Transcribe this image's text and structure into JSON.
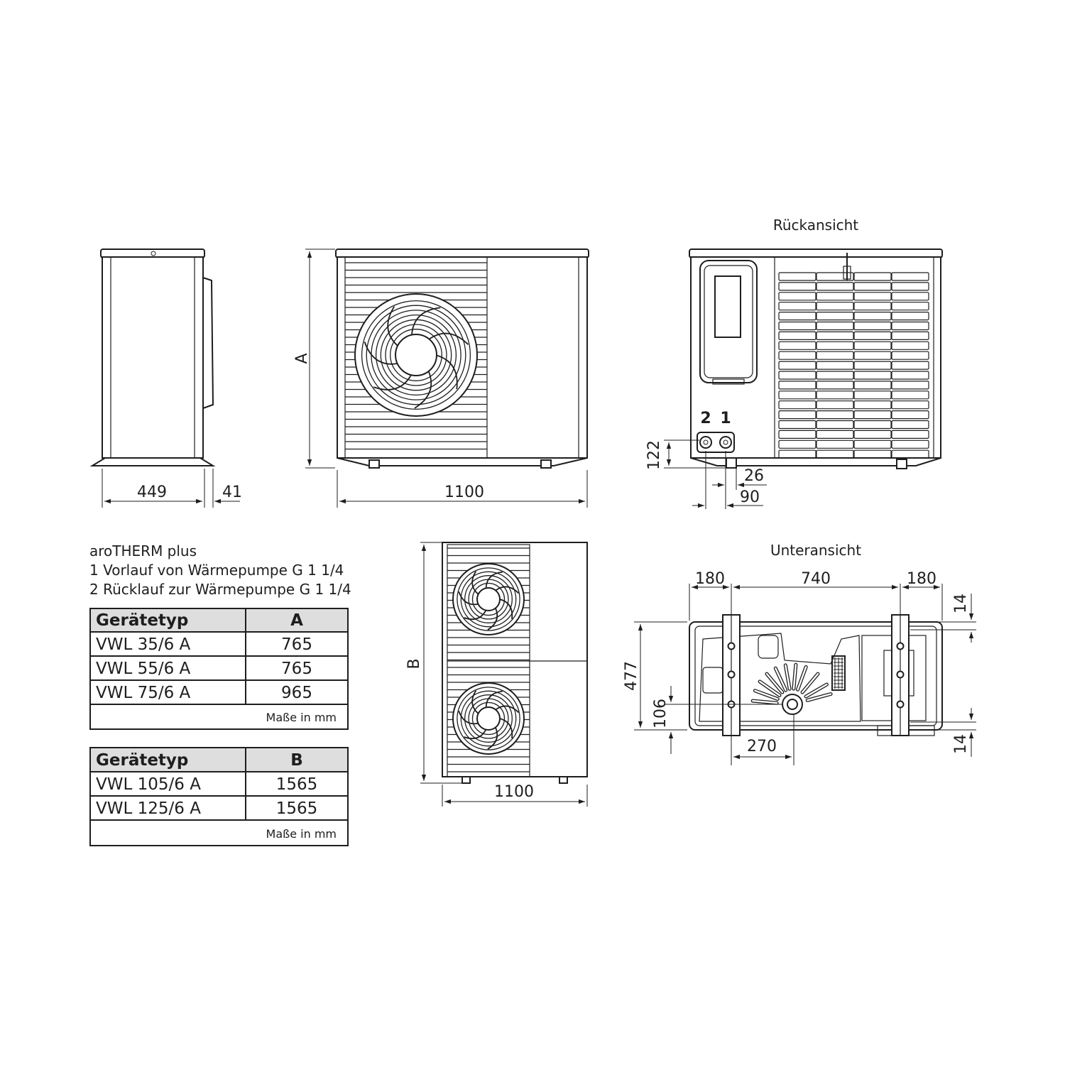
{
  "side_view": {
    "depth": "449",
    "offset": "41"
  },
  "front_view": {
    "height_label": "A",
    "width": "1100"
  },
  "rear_view": {
    "title": "Rückansicht",
    "connection_2": "2",
    "connection_1": "1",
    "height_122": "122",
    "dim_26": "26",
    "dim_90": "90"
  },
  "large_view": {
    "height_label": "B",
    "width": "1100"
  },
  "bottom_view": {
    "title": "Unteransicht",
    "left": "180",
    "middle": "740",
    "right": "180",
    "top_14": "14",
    "depth_477": "477",
    "dim_106": "106",
    "bottom_14": "14",
    "dim_270": "270"
  },
  "legend": {
    "product": "aroTHERM plus",
    "item_1": "1 Vorlauf von Wärmepumpe G 1 1/4",
    "item_2": "2 Rücklauf zur Wärmepumpe G 1 1/4"
  },
  "table_a": {
    "col_type": "Gerätetyp",
    "col_dim": "A",
    "rows": [
      {
        "type": "VWL 35/6 A",
        "value": "765"
      },
      {
        "type": "VWL 55/6 A",
        "value": "765"
      },
      {
        "type": "VWL 75/6 A",
        "value": "965"
      }
    ],
    "note": "Maße in mm"
  },
  "table_b": {
    "col_type": "Gerätetyp",
    "col_dim": "B",
    "rows": [
      {
        "type": "VWL 105/6 A",
        "value": "1565"
      },
      {
        "type": "VWL 125/6 A",
        "value": "1565"
      }
    ],
    "note": "Maße in mm"
  }
}
